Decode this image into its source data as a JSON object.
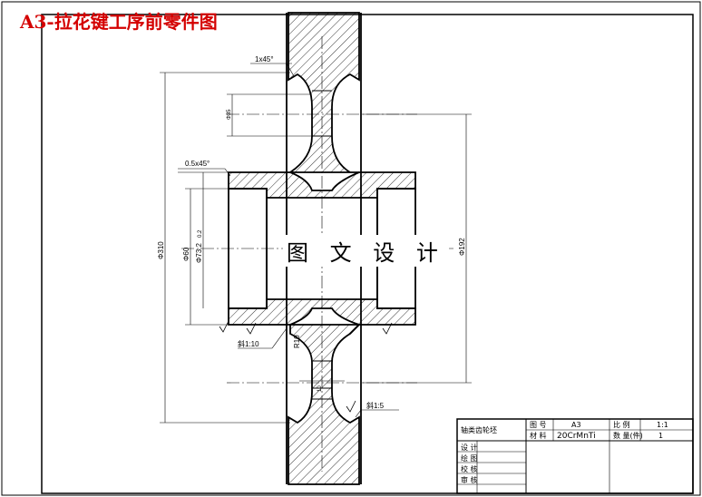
{
  "title": "A3-拉花键工序前零件图",
  "watermark": "图 文 设 计",
  "dimensions": {
    "chamfer_top": "1x45°",
    "chamfer_hub": "0.5x45°",
    "dia_outer": "Φ310",
    "dia_bore": "Φ60",
    "dia_spline": "Φ73.2",
    "dia_spline_tol": "0.2",
    "dia_right": "Φ192",
    "dim_small": "Φ35",
    "dim_r": "R10",
    "taper_left": "斜1:10",
    "taper_right": "斜1:5",
    "dim_web": "10"
  },
  "title_block": {
    "part_name": "轴类齿轮坯",
    "label_drawing_no": "图 号",
    "drawing_no": "A3",
    "label_proportion": "比 例",
    "proportion": "1:1",
    "label_material": "材 料",
    "material": "20CrMnTi",
    "label_quantity": "数 量(件)",
    "quantity": "1",
    "role_design": "设 计",
    "role_draw": "绘 图",
    "role_check": "校 核",
    "role_approve": "审 核"
  }
}
